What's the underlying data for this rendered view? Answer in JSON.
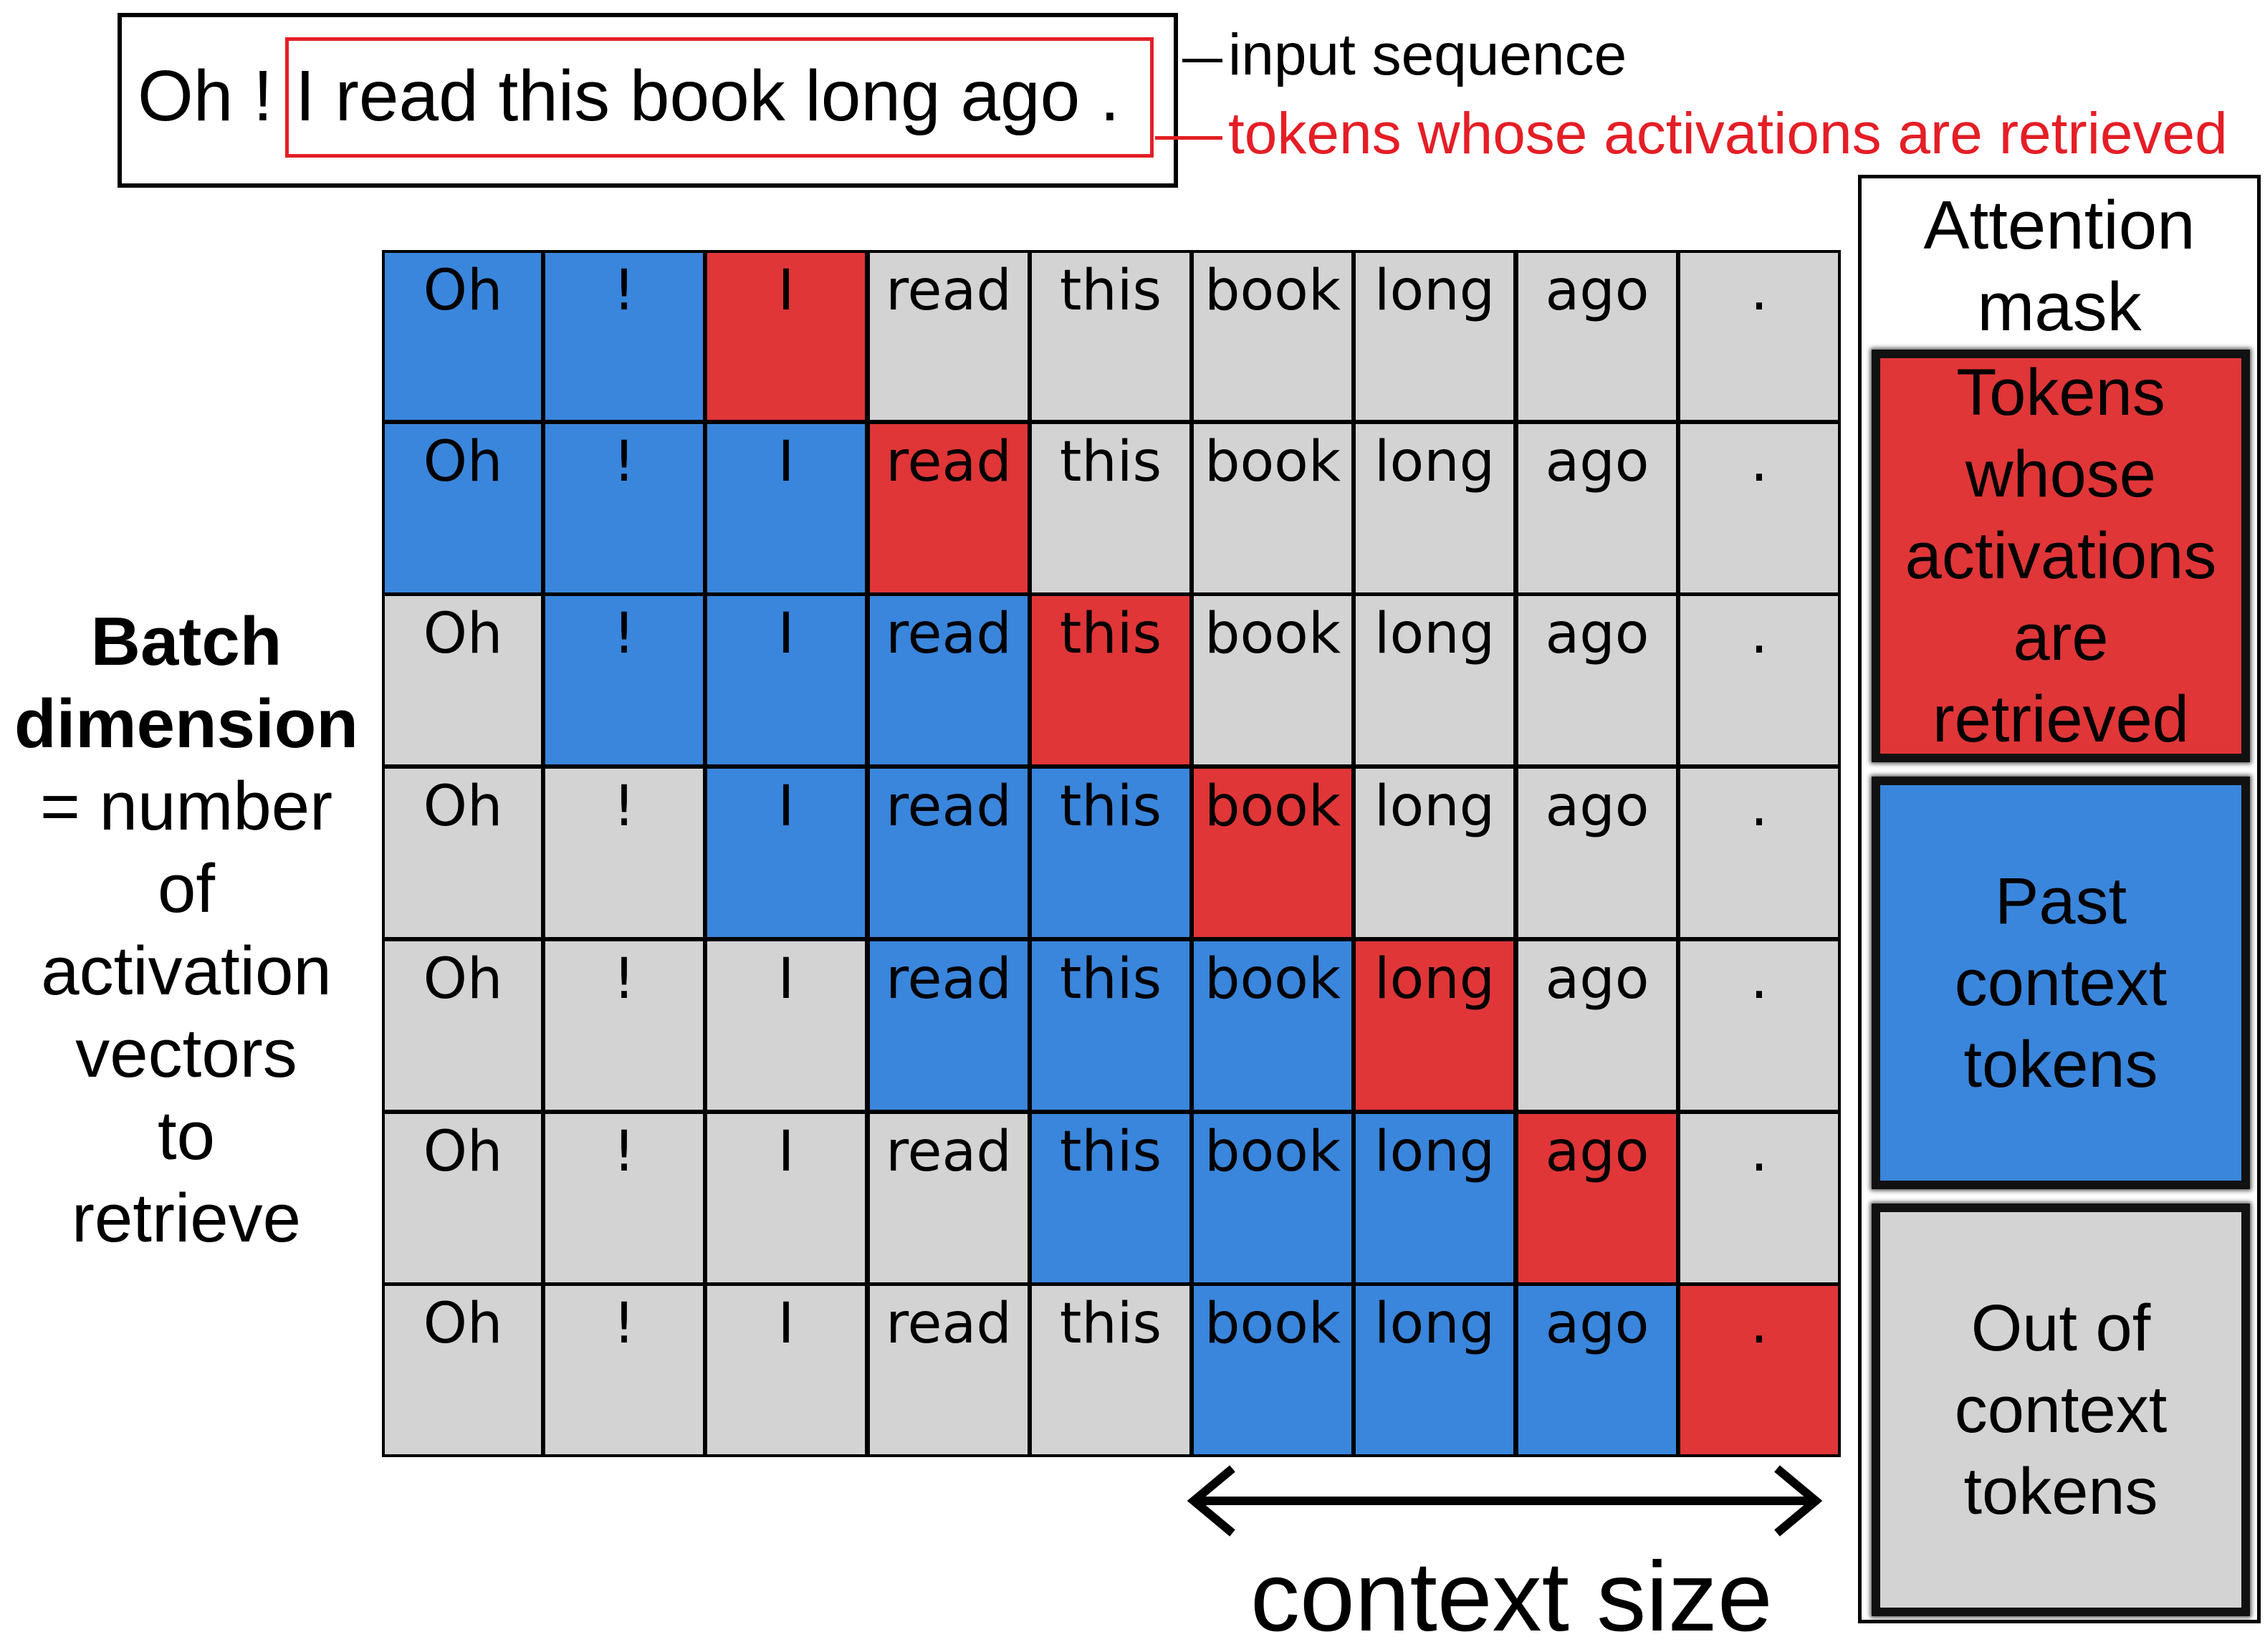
{
  "input_sequence": {
    "prefix_text": "Oh !",
    "retrieved_text": "I read this book long ago .",
    "label_input": "input sequence",
    "label_retrieved": "tokens whose activations are retrieved",
    "retrieved_color": "#e41e26"
  },
  "grid": {
    "tokens": [
      "Oh",
      "!",
      "I",
      "read",
      "this",
      "book",
      "long",
      "ago",
      "."
    ],
    "rows": [
      [
        "blue",
        "blue",
        "red",
        "gray",
        "gray",
        "gray",
        "gray",
        "gray",
        "gray"
      ],
      [
        "blue",
        "blue",
        "blue",
        "red",
        "gray",
        "gray",
        "gray",
        "gray",
        "gray"
      ],
      [
        "gray",
        "blue",
        "blue",
        "blue",
        "red",
        "gray",
        "gray",
        "gray",
        "gray"
      ],
      [
        "gray",
        "gray",
        "blue",
        "blue",
        "blue",
        "red",
        "gray",
        "gray",
        "gray"
      ],
      [
        "gray",
        "gray",
        "gray",
        "blue",
        "blue",
        "blue",
        "red",
        "gray",
        "gray"
      ],
      [
        "gray",
        "gray",
        "gray",
        "gray",
        "blue",
        "blue",
        "blue",
        "red",
        "gray"
      ],
      [
        "gray",
        "gray",
        "gray",
        "gray",
        "gray",
        "blue",
        "blue",
        "blue",
        "red"
      ]
    ]
  },
  "batch_label": {
    "bold_lines": [
      "Batch",
      "dimension"
    ],
    "lines": [
      "= number",
      "of",
      "activation",
      "vectors",
      "to",
      "retrieve"
    ]
  },
  "context_size_label": "context size",
  "legend": {
    "title": "Attention mask",
    "red": "Tokens whose activations are retrieved",
    "blue": "Past context tokens",
    "gray": "Out of context tokens"
  },
  "colors": {
    "blue": "#3a86dc",
    "red": "#e03638",
    "gray": "#d4d3d3"
  }
}
